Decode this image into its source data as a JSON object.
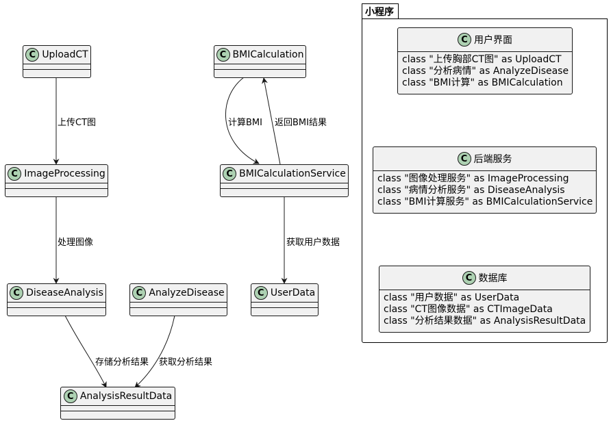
{
  "classes": {
    "upload_ct": "UploadCT",
    "bmi_calculation": "BMICalculation",
    "image_processing": "ImageProcessing",
    "bmi_calculation_service": "BMICalculationService",
    "disease_analysis": "DiseaseAnalysis",
    "analyze_disease": "AnalyzeDisease",
    "user_data": "UserData",
    "analysis_result_data": "AnalysisResultData"
  },
  "edges": {
    "upload_ct_image": "上传CT图",
    "calc_bmi": "计算BMI",
    "return_bmi_result": "返回BMI结果",
    "process_image": "处理图像",
    "get_user_data": "获取用户数据",
    "store_analysis_result": "存储分析结果",
    "get_analysis_result": "获取分析结果"
  },
  "package": {
    "title": "小程序",
    "ui": {
      "name": "用户界面",
      "lines": [
        "class \"上传胸部CT图\" as UploadCT",
        "class \"分析病情\" as AnalyzeDisease",
        "class \"BMI计算\" as BMICalculation"
      ]
    },
    "backend": {
      "name": "后端服务",
      "lines": [
        "class \"图像处理服务\" as ImageProcessing",
        "class \"病情分析服务\" as DiseaseAnalysis",
        "class \"BMI计算服务\" as BMICalculationService"
      ]
    },
    "database": {
      "name": "数据库",
      "lines": [
        "class \"用户数据\" as UserData",
        "class \"CT图像数据\" as CTImageData",
        "class \"分析结果数据\" as AnalysisResultData"
      ]
    }
  },
  "class_marker": "C",
  "colors": {
    "class_fill": "#f1f1f1",
    "class_circle": "#add1b2",
    "line": "#181818"
  }
}
